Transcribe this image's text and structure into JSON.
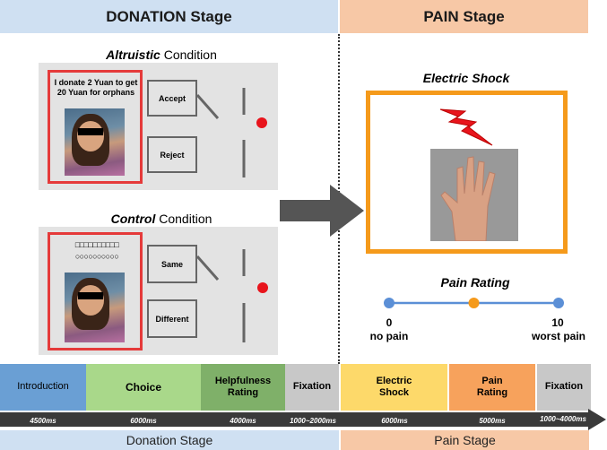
{
  "stages": {
    "donation_header": "DONATION Stage",
    "pain_header": "PAIN Stage",
    "donation_footer": "Donation Stage",
    "pain_footer": "Pain Stage"
  },
  "altruistic": {
    "title_emph": "Altruistic",
    "title_rest": " Condition",
    "offer_text": "I donate 2 Yuan to get 20 Yuan for orphans",
    "option_top": "Accept",
    "option_bottom": "Reject"
  },
  "control": {
    "title_emph": "Control",
    "title_rest": " Condition",
    "squares": "□□□□□□□□□□",
    "circles": "○○○○○○○○○○",
    "option_top": "Same",
    "option_bottom": "Different"
  },
  "pain": {
    "shock_title": "Electric Shock",
    "rating_title": "Pain Rating",
    "min_value": "0",
    "min_label": "no pain",
    "max_value": "10",
    "max_label": "worst pain",
    "rating_marker_fraction": 0.5
  },
  "timeline": {
    "phases": [
      {
        "label": "Introduction",
        "duration": "4500ms",
        "color": "#6a9fd4"
      },
      {
        "label": "Choice",
        "duration": "6000ms",
        "color": "#a9d88a"
      },
      {
        "label": "Helpfulness Rating",
        "duration": "4000ms",
        "color": "#7fb069"
      },
      {
        "label": "Fixation",
        "duration": "1000~2000ms",
        "color": "#c8c8c8"
      },
      {
        "label": "Electric Shock",
        "duration": "6000ms",
        "color": "#fdd96a"
      },
      {
        "label": "Pain Rating",
        "duration": "5000ms",
        "color": "#f7a25c"
      },
      {
        "label": "Fixation",
        "duration": "1000~4000ms",
        "color": "#c8c8c8"
      }
    ]
  },
  "colors": {
    "donation_bg": "#cfe0f2",
    "pain_bg": "#f7c8a6",
    "red_frame": "#e53a3a",
    "orange_frame": "#f59a1b",
    "dot_red": "#e8141c",
    "scale_blue": "#5b8fd6",
    "scale_orange": "#f59a1b"
  }
}
